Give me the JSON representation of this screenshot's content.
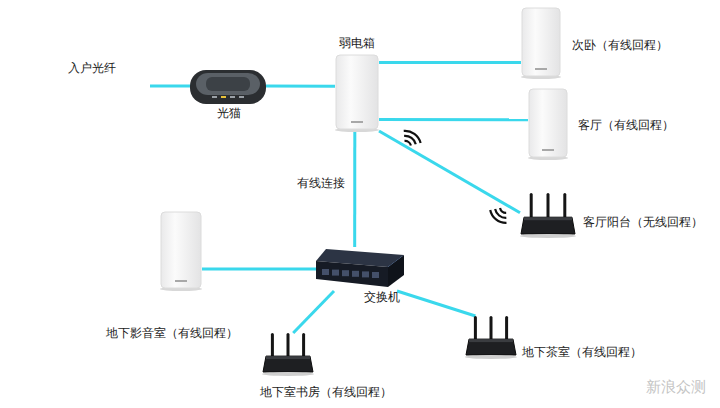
{
  "diagram": {
    "nodes": [
      {
        "text": [
          "光猫"
        ]
      },
      {
        "text": [
          "弱电箱"
        ]
      },
      {
        "text": [
          "次卧（有线回程）"
        ]
      },
      {
        "text": [
          "客厅（有线回程）"
        ]
      },
      {
        "text": [
          "客厅阳台（无线回程）"
        ]
      },
      {
        "text": [
          "交换机"
        ]
      },
      {
        "text": [
          "地下影音室（有线回程）"
        ]
      },
      {
        "text": [
          "地下室书房（有线回程）"
        ]
      },
      {
        "text": [
          "地下茶室（有线回程）"
        ]
      }
    ],
    "edges": [
      {
        "from": 0,
        "to": 1,
        "arrow": "none"
      },
      {
        "from": 1,
        "to": 2,
        "arrow": "none"
      },
      {
        "from": 1,
        "to": 3,
        "arrow": "none"
      },
      {
        "from": 1,
        "to": 4,
        "arrow": "none"
      },
      {
        "from": 1,
        "to": 5,
        "label": "有线连接",
        "arrow": "none"
      },
      {
        "from": 5,
        "to": 6,
        "arrow": "none"
      },
      {
        "from": 5,
        "to": 7,
        "arrow": "none"
      },
      {
        "from": 5,
        "to": 8,
        "arrow": "none"
      }
    ],
    "labels": [
      "入户光纤",
      "新浪众测"
    ]
  }
}
